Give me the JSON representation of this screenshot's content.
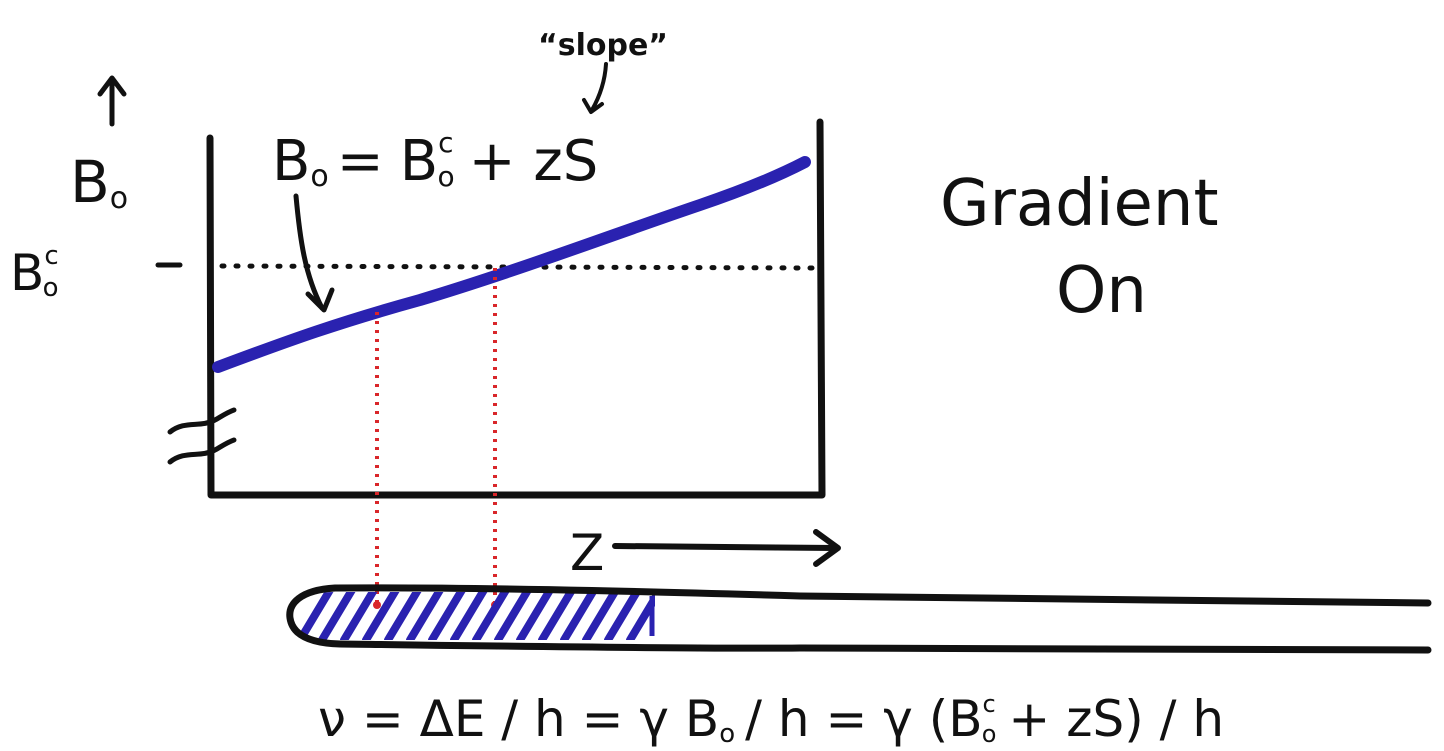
{
  "axis": {
    "y_label": "B",
    "y_label_sub": "o",
    "ref_label": "B",
    "ref_label_sup": "c",
    "ref_label_sub": "o",
    "x_label": "Z"
  },
  "annotations": {
    "slope_note": "“slope”",
    "line_eq": {
      "lhs": "B",
      "lhs_sub": "o",
      "eq": "=",
      "b": "B",
      "b_sup": "c",
      "b_sub": "o",
      "rest": "+ zS"
    }
  },
  "state": {
    "line1": "Gradient",
    "line2": "On"
  },
  "formula": {
    "part1": "ν = ΔE / h = γ B",
    "part1_sub": "o",
    "part2": "/ h = γ (B",
    "part2_sup": "c",
    "part2_sub": "o",
    "part3": "+ zS) / h"
  },
  "colors": {
    "ink": "#111111",
    "field_line": "#2a22b0",
    "projection": "#d9262a",
    "sample_hatch": "#2a22b0"
  }
}
